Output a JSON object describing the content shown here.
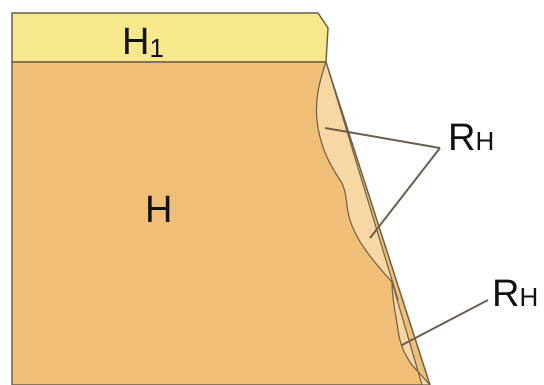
{
  "colors": {
    "background": "#ffffff",
    "top_layer_fill": "#f7e98b",
    "main_body_fill": "#f0bf77",
    "weathered_rind_fill": "#f7d7a3",
    "outline": "#6b5e4d",
    "label_text": "#111111"
  },
  "labels": {
    "top_layer": {
      "main": "H",
      "sub": "1"
    },
    "main_body": "H",
    "rind_upper": {
      "main": "R",
      "sub": "H"
    },
    "rind_lower": {
      "main": "R",
      "sub": "H"
    }
  }
}
